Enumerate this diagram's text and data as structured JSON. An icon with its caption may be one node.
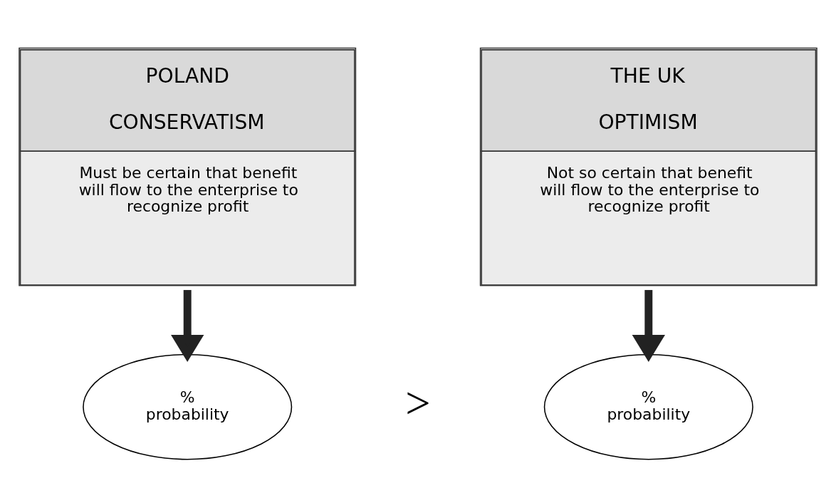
{
  "diagram": {
    "nodes": [
      {
        "text": [
          "POLAND",
          "CONSERVATISM",
          "Must be certain that benefit will flow to the enterprise to recognize profit"
        ]
      },
      {
        "text": [
          "% probability"
        ]
      },
      {
        "text": [
          "THE UK",
          "OPTIMISM",
          "Not so certain that benefit will flow to the enterprise to recognize profit"
        ]
      },
      {
        "text": [
          "% probability"
        ]
      }
    ],
    "edges": [
      {
        "from": 0,
        "to": 1,
        "arrow": "to"
      },
      {
        "from": 2,
        "to": 3,
        "arrow": "to"
      }
    ],
    "labels": [
      ">"
    ]
  }
}
